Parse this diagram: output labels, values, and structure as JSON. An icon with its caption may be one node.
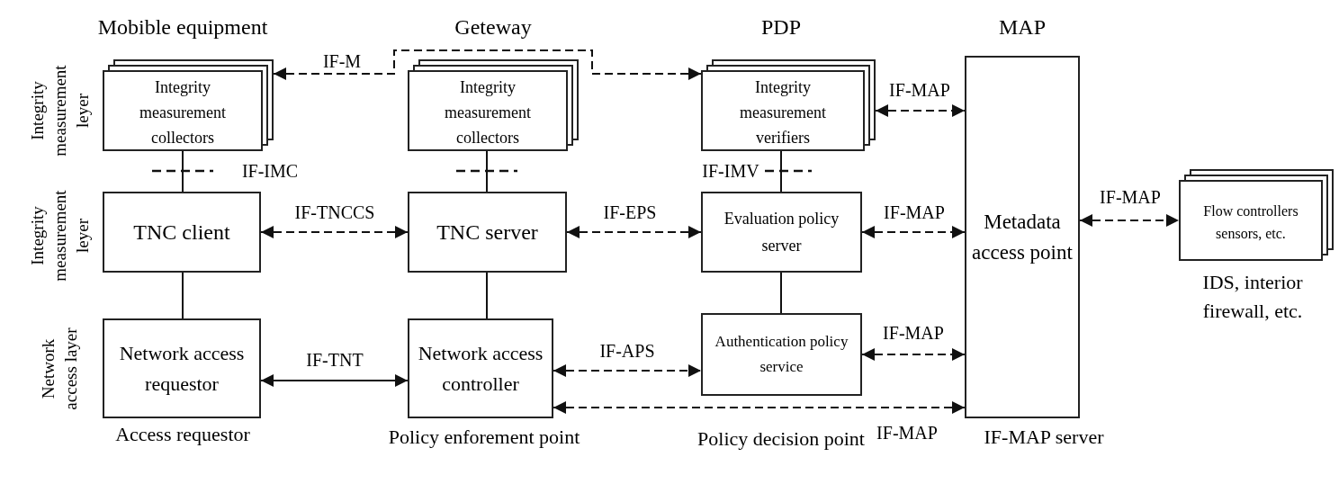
{
  "diagram": {
    "nodes": [
      {
        "text": [
          "Integrity measurement collectors"
        ]
      },
      {
        "text": [
          "Integrity measurement collectors"
        ]
      },
      {
        "text": [
          "Integrity measurement verifiers"
        ]
      },
      {
        "text": [
          "Metadata access point"
        ],
        "beside": [
          "IF-MAP server"
        ]
      },
      {
        "text": [
          "Flow controllers sensors, etc."
        ],
        "beside": [
          "IDS, interior firewall, etc."
        ]
      },
      {
        "text": [
          "TNC client"
        ]
      },
      {
        "text": [
          "TNC server"
        ]
      },
      {
        "text": [
          "Evaluation policy server"
        ]
      },
      {
        "text": [
          "Network access requestor"
        ],
        "beside": [
          "Access requestor"
        ]
      },
      {
        "text": [
          "Network access controller"
        ],
        "beside": [
          "Policy enforement point"
        ]
      },
      {
        "text": [
          "Authentication policy service"
        ],
        "beside": [
          "Policy decision point"
        ]
      }
    ],
    "edges": [
      {
        "from": 0,
        "to": 2,
        "arrow": "both",
        "label": "IF-M",
        "style": "dashed"
      },
      {
        "from": 0,
        "to": 5,
        "arrow": "none",
        "label": "IF-IMC"
      },
      {
        "from": 1,
        "to": 6,
        "arrow": "none"
      },
      {
        "from": 2,
        "to": 7,
        "arrow": "none",
        "label": "IF-IMV"
      },
      {
        "from": 5,
        "to": 6,
        "arrow": "both",
        "label": "IF-TNCCS",
        "style": "dashed"
      },
      {
        "from": 6,
        "to": 7,
        "arrow": "both",
        "label": "IF-EPS",
        "style": "dashed"
      },
      {
        "from": 7,
        "to": 3,
        "arrow": "both",
        "label": "IF-MAP",
        "style": "dashed"
      },
      {
        "from": 2,
        "to": 3,
        "arrow": "both",
        "label": "IF-MAP",
        "style": "dashed"
      },
      {
        "from": 3,
        "to": 4,
        "arrow": "both",
        "label": "IF-MAP",
        "style": "dashed"
      },
      {
        "from": 5,
        "to": 8,
        "arrow": "none"
      },
      {
        "from": 6,
        "to": 9,
        "arrow": "none"
      },
      {
        "from": 7,
        "to": 10,
        "arrow": "none"
      },
      {
        "from": 8,
        "to": 9,
        "arrow": "both",
        "label": "IF-TNT"
      },
      {
        "from": 9,
        "to": 10,
        "arrow": "both",
        "label": "IF-APS",
        "style": "dashed"
      },
      {
        "from": 10,
        "to": 3,
        "arrow": "both",
        "label": "IF-MAP",
        "style": "dashed"
      },
      {
        "from": 9,
        "to": 3,
        "arrow": "both",
        "label": "IF-MAP",
        "style": "dashed"
      }
    ],
    "labels": [
      "Mobible equipment",
      "Geteway",
      "PDP",
      "MAP",
      "Integrity measurement leyer",
      "Integrity measurement leyer",
      "Network access layer"
    ]
  }
}
